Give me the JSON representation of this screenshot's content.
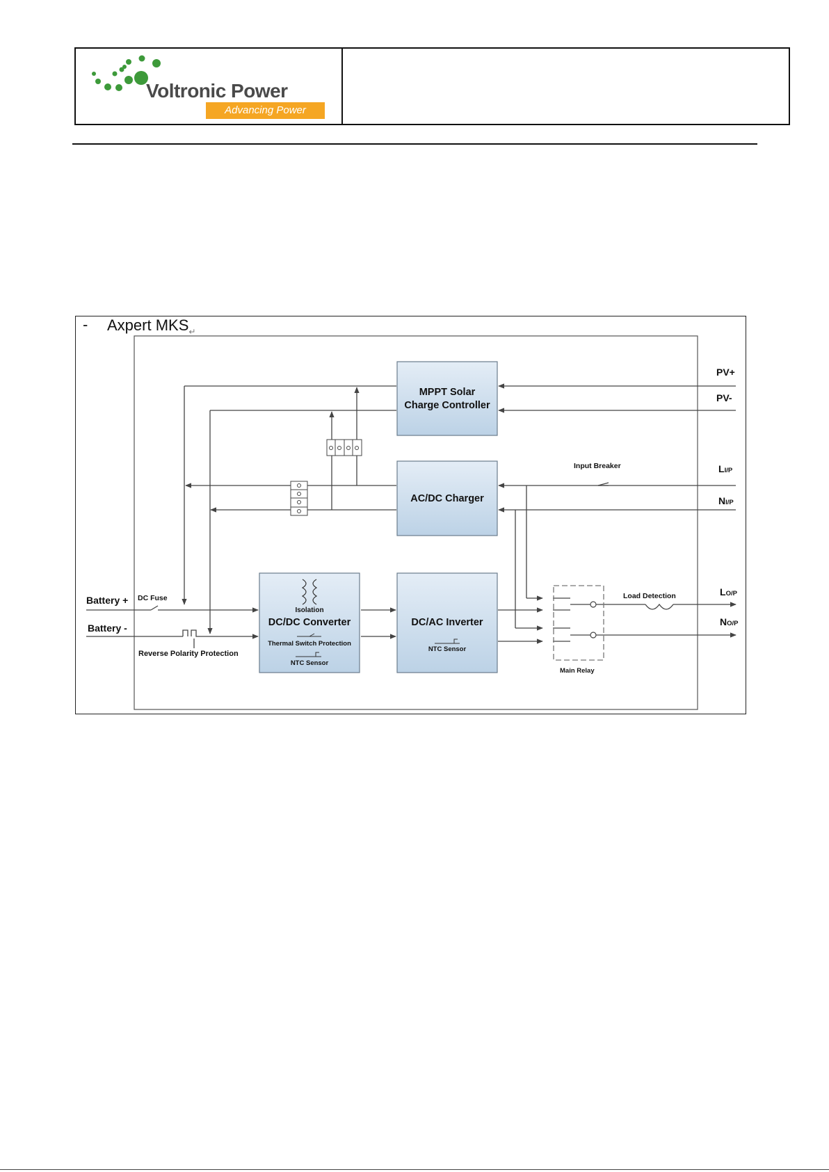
{
  "header": {
    "logo_word": "Voltronic Power",
    "logo_tagline": "Advancing Power",
    "brand_green": "#3d9a3a",
    "brand_orange": "#f5a623"
  },
  "diagram": {
    "dash": "-",
    "title": "Axpert MKS",
    "return_mark": "↵",
    "blocks": {
      "mppt_line1": "MPPT Solar",
      "mppt_line2": "Charge Controller",
      "acdc_charger": "AC/DC Charger",
      "dcdc_converter": "DC/DC Converter",
      "isolation": "Isolation",
      "thermal_switch": "Thermal Switch Protection",
      "ntc_sensor_dcdc": "NTC Sensor",
      "dcac_inverter": "DC/AC Inverter",
      "ntc_sensor_inverter": "NTC Sensor"
    },
    "labels": {
      "pv_plus": "PV+",
      "pv_minus": "PV-",
      "l_input_main": "L",
      "l_input_sub": "I/P",
      "n_input_main": "N",
      "n_input_sub": "I/P",
      "input_breaker": "Input Breaker",
      "l_output_main": "L",
      "l_output_sub": "O/P",
      "n_output_main": "N",
      "n_output_sub": "O/P",
      "load_detection": "Load Detection",
      "main_relay": "Main Relay",
      "battery_plus": "Battery +",
      "battery_minus": "Battery -",
      "dc_fuse": "DC Fuse",
      "reverse_polarity": "Reverse Polarity Protection"
    },
    "colors": {
      "block_fill_top": "#e4edf6",
      "block_fill_bottom": "#bcd2e6",
      "block_stroke": "#6a7c8c",
      "line": "#444444"
    }
  }
}
